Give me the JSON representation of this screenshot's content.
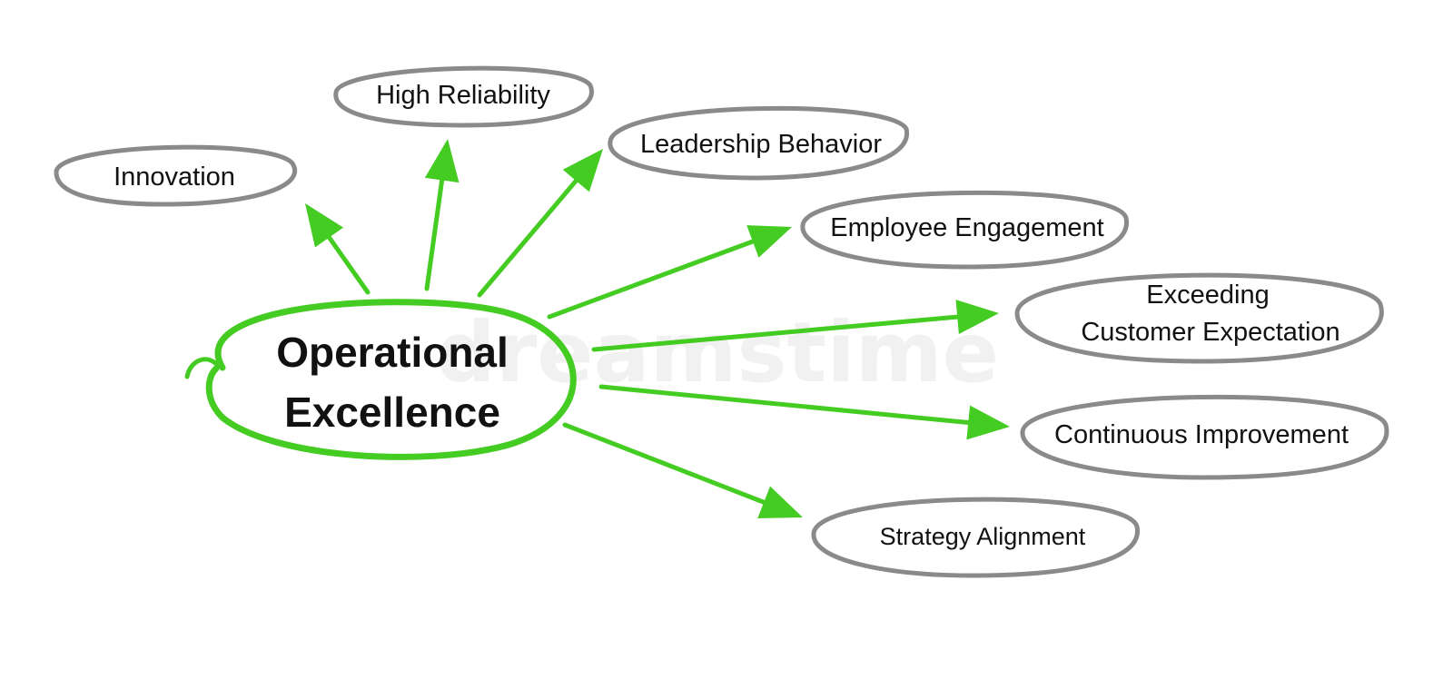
{
  "diagram": {
    "central_node": {
      "lines": [
        "Operational",
        "Excellence"
      ]
    },
    "nodes": [
      {
        "id": "innovation",
        "lines": [
          "Innovation"
        ]
      },
      {
        "id": "high-reliability",
        "lines": [
          "High Reliability"
        ]
      },
      {
        "id": "leadership-behavior",
        "lines": [
          "Leadership Behavior"
        ]
      },
      {
        "id": "employee-engagement",
        "lines": [
          "Employee Engagement"
        ]
      },
      {
        "id": "exceeding-customer-expectation",
        "lines": [
          "Exceeding",
          "Customer Expectation"
        ]
      },
      {
        "id": "continuous-improvement",
        "lines": [
          "Continuous Improvement"
        ]
      },
      {
        "id": "strategy-alignment",
        "lines": [
          "Strategy Alignment"
        ]
      }
    ],
    "watermark": "dreamstime",
    "colors": {
      "arrow": "#44cc22",
      "central_outline": "#44cc22",
      "node_outline": "#8a8a8a",
      "text": "#111111"
    }
  }
}
